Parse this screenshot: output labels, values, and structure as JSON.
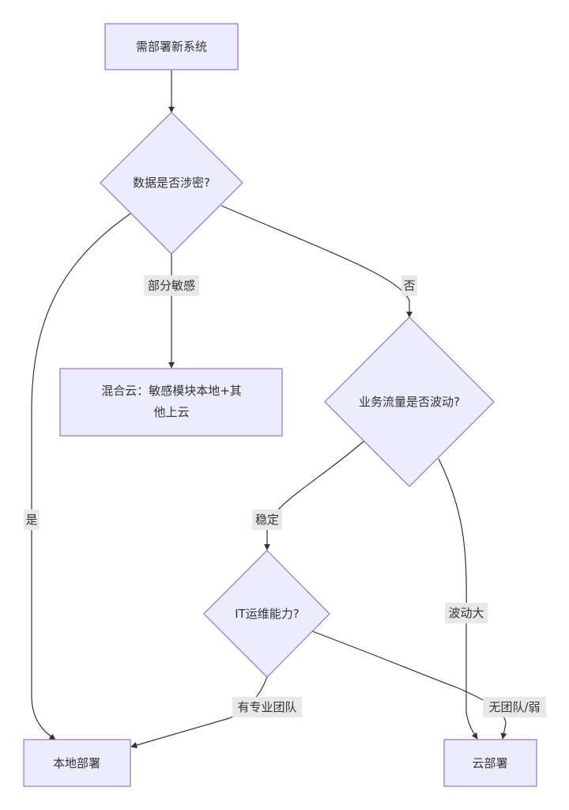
{
  "colors": {
    "node_fill": "#ececff",
    "node_stroke": "#9370db",
    "edge_stroke": "#333333",
    "label_bg": "#e8e8e8",
    "text": "#333333"
  },
  "nodes": {
    "start": "需部署新系统",
    "q_sensitive": "数据是否涉密?",
    "hybrid_line1": "混合云：敏感模块本地+其",
    "hybrid_line2": "他上云",
    "q_traffic": "业务流量是否波动?",
    "q_it": "IT运维能力?",
    "local": "本地部署",
    "cloud": "云部署"
  },
  "edges": {
    "partial": "部分敏感",
    "no": "否",
    "yes": "是",
    "stable": "稳定",
    "volatile": "波动大",
    "pro_team": "有专业团队",
    "no_team": "无团队/弱"
  }
}
